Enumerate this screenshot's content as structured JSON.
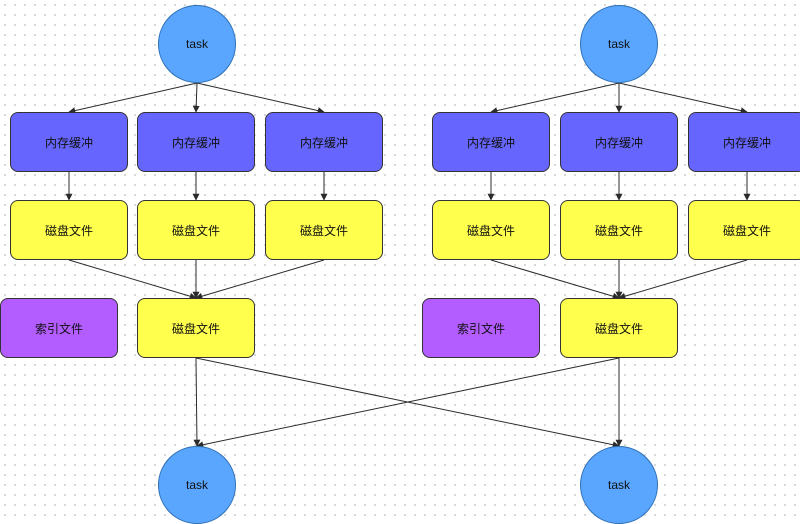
{
  "colors": {
    "task": "#5aa6ff",
    "memory": "#6666ff",
    "disk": "#ffff4d",
    "index": "#b35cff"
  },
  "labels": {
    "task": "task",
    "memory": "内存缓冲",
    "disk": "磁盘文件",
    "index": "索引文件"
  },
  "nodes": [
    {
      "id": "task-left",
      "kind": "task"
    },
    {
      "id": "task-right",
      "kind": "task"
    },
    {
      "id": "mem-l1",
      "kind": "memory"
    },
    {
      "id": "mem-l2",
      "kind": "memory"
    },
    {
      "id": "mem-l3",
      "kind": "memory"
    },
    {
      "id": "mem-r1",
      "kind": "memory"
    },
    {
      "id": "mem-r2",
      "kind": "memory"
    },
    {
      "id": "mem-r3",
      "kind": "memory"
    },
    {
      "id": "disk-l1",
      "kind": "disk"
    },
    {
      "id": "disk-l2",
      "kind": "disk"
    },
    {
      "id": "disk-l3",
      "kind": "disk"
    },
    {
      "id": "disk-r1",
      "kind": "disk"
    },
    {
      "id": "disk-r2",
      "kind": "disk"
    },
    {
      "id": "disk-r3",
      "kind": "disk"
    },
    {
      "id": "index-left",
      "kind": "index"
    },
    {
      "id": "merged-left",
      "kind": "disk"
    },
    {
      "id": "index-right",
      "kind": "index"
    },
    {
      "id": "merged-right",
      "kind": "disk"
    },
    {
      "id": "task-bottom-left",
      "kind": "task"
    },
    {
      "id": "task-bottom-right",
      "kind": "task"
    }
  ],
  "edges": [
    [
      "task-left",
      "mem-l1"
    ],
    [
      "task-left",
      "mem-l2"
    ],
    [
      "task-left",
      "mem-l3"
    ],
    [
      "task-right",
      "mem-r1"
    ],
    [
      "task-right",
      "mem-r2"
    ],
    [
      "task-right",
      "mem-r3"
    ],
    [
      "mem-l1",
      "disk-l1"
    ],
    [
      "mem-l2",
      "disk-l2"
    ],
    [
      "mem-l3",
      "disk-l3"
    ],
    [
      "mem-r1",
      "disk-r1"
    ],
    [
      "mem-r2",
      "disk-r2"
    ],
    [
      "mem-r3",
      "disk-r3"
    ],
    [
      "disk-l1",
      "merged-left"
    ],
    [
      "disk-l2",
      "merged-left"
    ],
    [
      "disk-l3",
      "merged-left"
    ],
    [
      "disk-r1",
      "merged-right"
    ],
    [
      "disk-r2",
      "merged-right"
    ],
    [
      "disk-r3",
      "merged-right"
    ],
    [
      "merged-left",
      "task-bottom-left"
    ],
    [
      "merged-left",
      "task-bottom-right"
    ],
    [
      "merged-right",
      "task-bottom-left"
    ],
    [
      "merged-right",
      "task-bottom-right"
    ]
  ]
}
